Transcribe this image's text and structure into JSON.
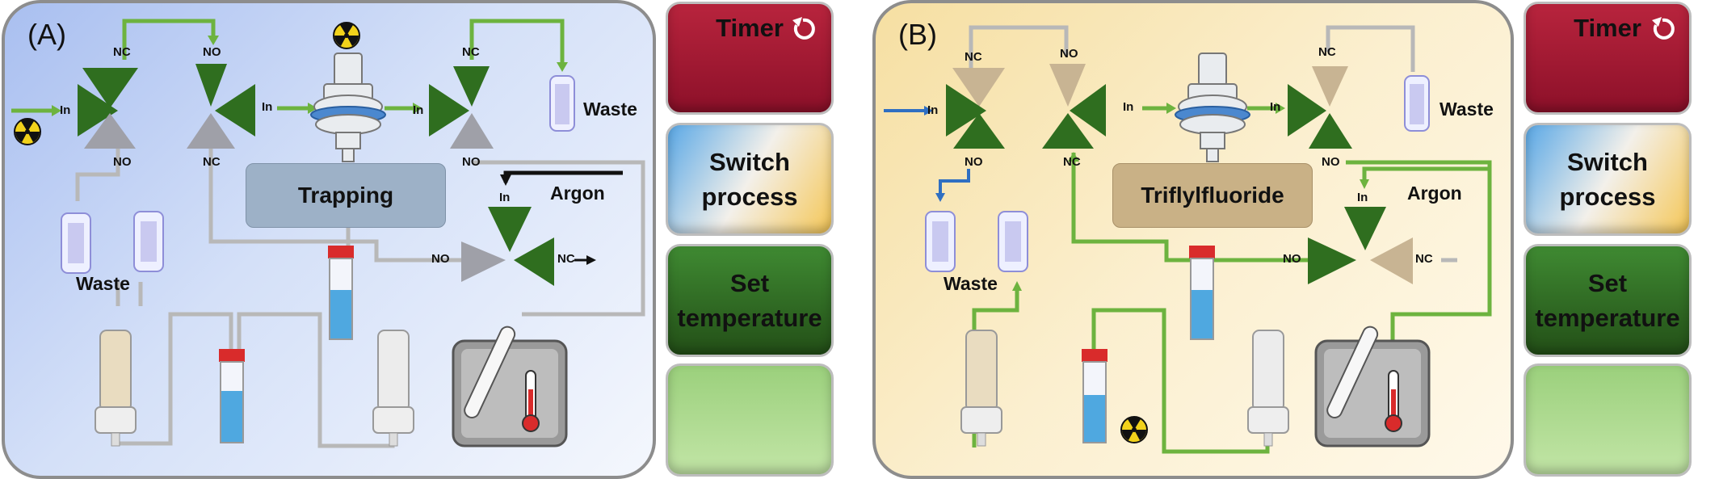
{
  "panelA": {
    "label": "(A)",
    "process_label": "Trapping",
    "waste_top": "Waste",
    "waste_bottom": "Waste",
    "argon": "Argon",
    "valve_labels": {
      "v1_top": "NC",
      "v1_in": "In",
      "v1_bottom": "NO",
      "v2_top": "NO",
      "v2_bottom": "NC",
      "v2_out": "In",
      "v3_top": "NC",
      "v3_in": "In",
      "v3_bottom": "NO",
      "v4_in": "In",
      "v4_left": "NO",
      "v4_right": "NC"
    }
  },
  "panelB": {
    "label": "(B)",
    "process_label": "Triflylfluoride",
    "waste_top": "Waste",
    "waste_bottom": "Waste",
    "argon": "Argon",
    "valve_labels": {
      "v1_top": "NC",
      "v1_in": "In",
      "v1_bottom": "NO",
      "v2_top": "NO",
      "v2_bottom": "NC",
      "v2_out": "In",
      "v3_top": "NC",
      "v3_in": "In",
      "v3_bottom": "NO",
      "v4_in": "In",
      "v4_left": "NO",
      "v4_right": "NC"
    }
  },
  "buttons": {
    "timer": "Timer",
    "switch_line1": "Switch",
    "switch_line2": "process",
    "temp_line1": "Set",
    "temp_line2": "temperature"
  },
  "colors": {
    "flow_green": "#6db33f",
    "valve_green": "#2f6e1f",
    "inactive_gray": "#b5b5b5",
    "argon_black": "#111111",
    "inlet_blue": "#2f6fc2"
  }
}
